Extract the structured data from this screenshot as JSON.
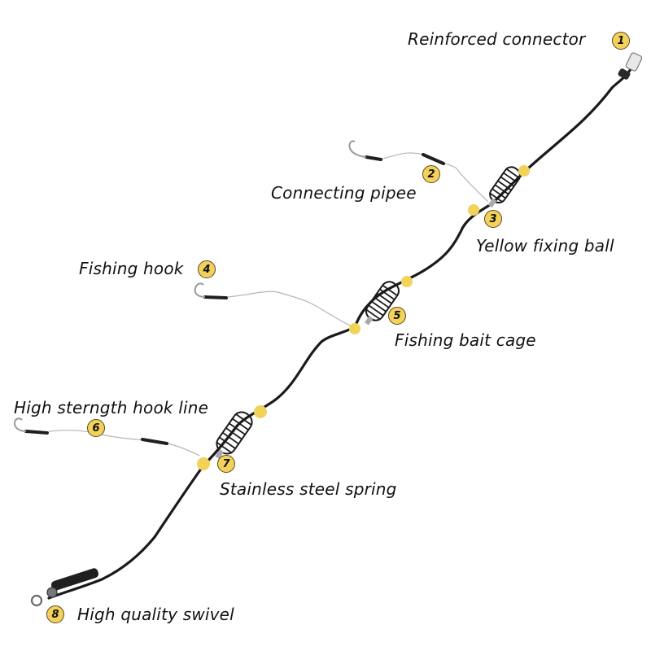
{
  "colors": {
    "background": "#ffffff",
    "line": "#1a1a1a",
    "leader": "#b8b8b8",
    "bead": "#f2d35a",
    "badge": "#f2d15c"
  },
  "parts": [
    {
      "number": "1",
      "label": "Reinforced connector"
    },
    {
      "number": "2",
      "label": "Connecting pipee"
    },
    {
      "number": "3",
      "label": "Yellow fixing ball"
    },
    {
      "number": "4",
      "label": "Fishing hook"
    },
    {
      "number": "5",
      "label": "Fishing bait cage"
    },
    {
      "number": "6",
      "label": "High sterngth hook line"
    },
    {
      "number": "7",
      "label": "Stainless steel spring"
    },
    {
      "number": "8",
      "label": "High quality swivel"
    }
  ]
}
